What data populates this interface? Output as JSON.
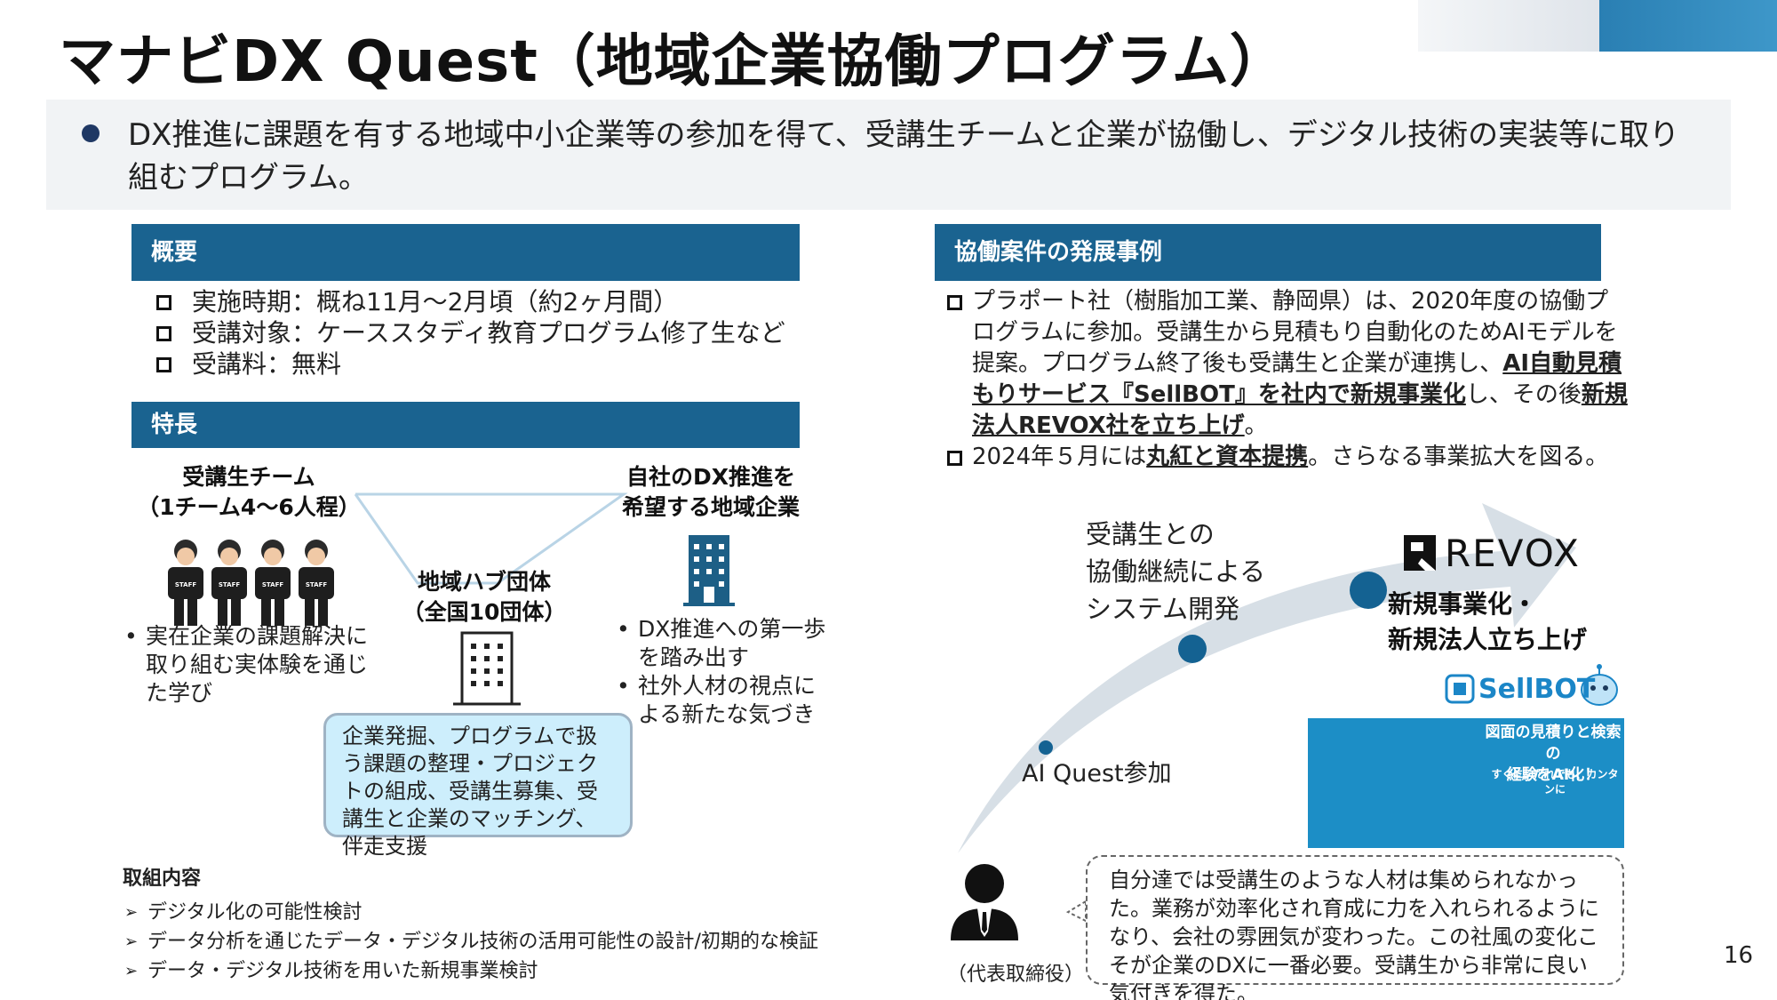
{
  "header": {
    "title": "マナビDX Quest（地域企業協働プログラム）",
    "summary": "DX推進に課題を有する地域中小企業等の参加を得て、受講生チームと企業が協働し、デジタル技術の実装等に取り組むプログラム。"
  },
  "overview": {
    "heading": "概要",
    "items": [
      "実施時期：概ね11月～2月頃（約2ヶ月間）",
      "受講対象：ケーススタディ教育プログラム修了生など",
      "受講料：無料"
    ]
  },
  "features": {
    "heading": "特長",
    "team_label": "受講生チーム\n（1チーム4～6人程）",
    "company_label": "自社のDX推進を\n希望する地域企業",
    "hub_label": "地域ハブ団体\n（全国10団体）",
    "team_bullets": [
      "実在企業の課題解決に取り組む実体験を通じた学び"
    ],
    "company_bullets": [
      "DX推進への第一歩を踏み出す",
      "社外人材の視点による新たな気づき"
    ],
    "hub_box": "企業発掘、プログラムで扱う課題の整理・プロジェクトの組成、受講生募集、受講生と企業のマッチング、伴走支援",
    "staff_shirt_text": "STAFF"
  },
  "torikumi": {
    "title": "取組内容",
    "items": [
      "デジタル化の可能性検討",
      "データ分析を通じたデータ・デジタル技術の活用可能性の設計/初期的な検証",
      "データ・デジタル技術を用いた新規事業検討"
    ]
  },
  "cases": {
    "heading": "協働案件の発展事例",
    "item1": {
      "pre": "プラポート社（樹脂加工業、静岡県）は、2020年度の協働プログラムに参加。受講生から見積もり自動化のためAIモデルを提案。プログラム終了後も受講生と企業が連携し、",
      "emph1": "AI自動見積もりサービス『SellBOT』を社内で新規事業化",
      "mid": "し、その後",
      "emph2": "新規法人REVOX社を立ち上げ",
      "post": "。"
    },
    "item2": {
      "pre": "2024年５月には",
      "emph": "丸紅と資本提携",
      "post": "。さらなる事業拡大を図る。"
    },
    "stage1": "AI Quest参加",
    "stage2": "受講生との\n協働継続による\nシステム開発",
    "stage3": "新規事業化・\n新規法人立ち上げ",
    "revox_logo": "REVOX",
    "sellbot_logo": "SellBOT",
    "screen_heading": "図面の見積りと検索の\n経験をAI化！",
    "screen_sub": "すぐに、だれでも、カンタンに",
    "quote": "自分達では受講生のような人材は集められなかった。業務が効率化され育成に力を入れられるようになり、会社の雰囲気が変わった。この社風の変化こそが企業のDXに一番必要。受講生から非常に良い気付きを得た。",
    "ceo_label": "（代表取締役）"
  },
  "page_number": "16",
  "colors": {
    "section_header": "#1a6390",
    "arrow": "#d7dfe6",
    "timeline_dot": "#146292",
    "hub_box": "#cdeefc"
  }
}
